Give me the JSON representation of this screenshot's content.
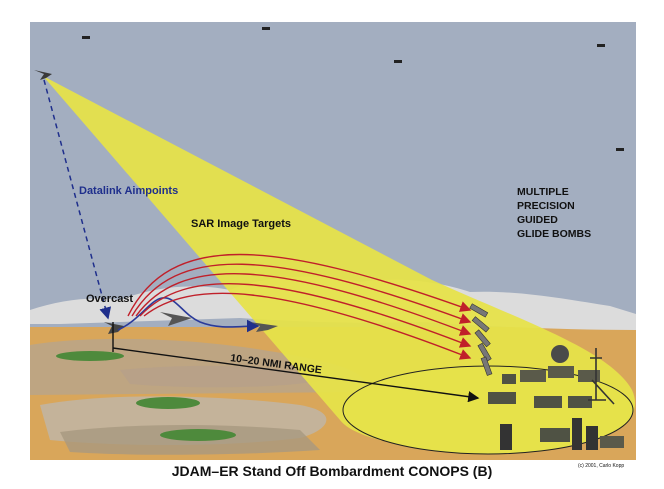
{
  "labels": {
    "datalink": "Datalink Aimpoints",
    "sar": "SAR Image Targets",
    "multiple": [
      "MULTIPLE",
      "PRECISION",
      "GUIDED",
      "GLIDE BOMBS"
    ],
    "overcast": "Overcast",
    "range": "10–20 NMI RANGE",
    "title": "JDAM–ER Stand Off Bombardment CONOPS (B)",
    "copyright": "(c) 2001, Carlo Kopp"
  },
  "colors": {
    "sky": "#a3aec0",
    "ground": "#d9a65a",
    "beam": "#e6e24a",
    "cloud": "#dcdcdc",
    "label_blue": "#1f2f8c",
    "flight_path": "#2a3a9a",
    "trajectory": "#c0202a",
    "text": "#111111"
  }
}
